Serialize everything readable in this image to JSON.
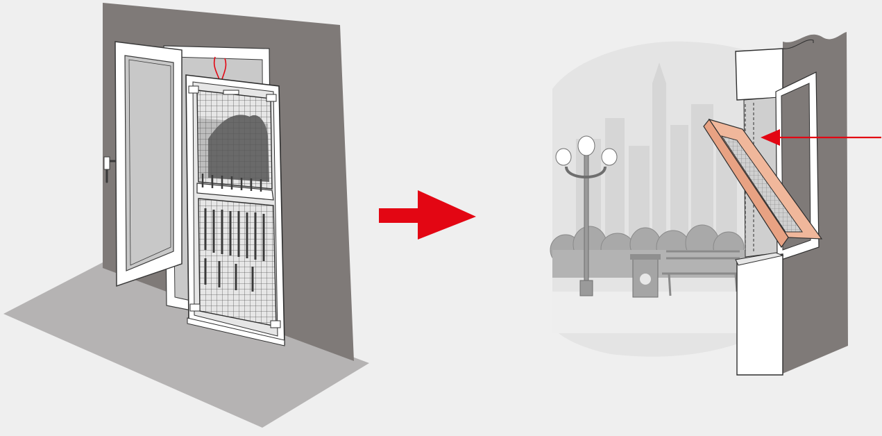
{
  "diagram": {
    "steps": [
      {
        "id": "step-1",
        "subject": "door-screen-in-balcony-doorway"
      },
      {
        "id": "step-2",
        "subject": "window-screen-tilted-into-window-frame"
      }
    ],
    "transition_icon": "arrow-right-icon",
    "callout_icon": "arrow-left-icon"
  },
  "colors": {
    "background": "#efefef",
    "wall": "#7f7a78",
    "floor": "#b5b3b3",
    "accent_red": "#e30613",
    "frame_highlight": "#f0b79b",
    "line": "#3a3a3a",
    "scene_bg": "#e4e4e4"
  }
}
